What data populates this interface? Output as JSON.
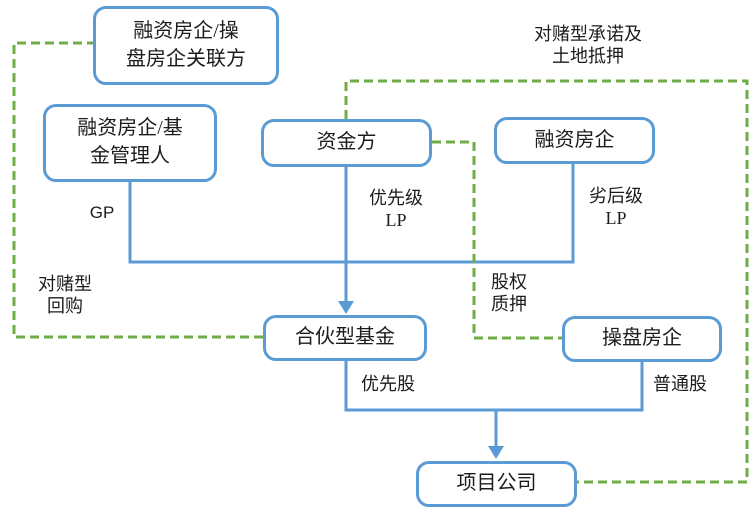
{
  "colors": {
    "box_border": "#5B9BD5",
    "solid_connector": "#5B9BD5",
    "dashed_connector": "#70AD47",
    "text": "#1c1c1c",
    "background": "#ffffff"
  },
  "nodes": {
    "related_party": {
      "label": "融资房企/操\n盘房企关联方"
    },
    "fund_manager": {
      "label": "融资房企/基\n金管理人"
    },
    "capital_provider": {
      "label": "资金方"
    },
    "financing_developer": {
      "label": "融资房企"
    },
    "partnership_fund": {
      "label": "合伙型基金"
    },
    "operating_developer": {
      "label": "操盘房企"
    },
    "project_company": {
      "label": "项目公司"
    }
  },
  "edge_labels": {
    "gp": "GP",
    "senior_lp": "优先级\nLP",
    "junior_lp": "劣后级\nLP",
    "bet_commitment_land_mortgage": "对赌型承诺及\n土地抵押",
    "bet_repurchase": "对赌型\n回购",
    "equity_pledge": "股权\n质押",
    "preferred_shares": "优先股",
    "common_shares": "普通股"
  }
}
